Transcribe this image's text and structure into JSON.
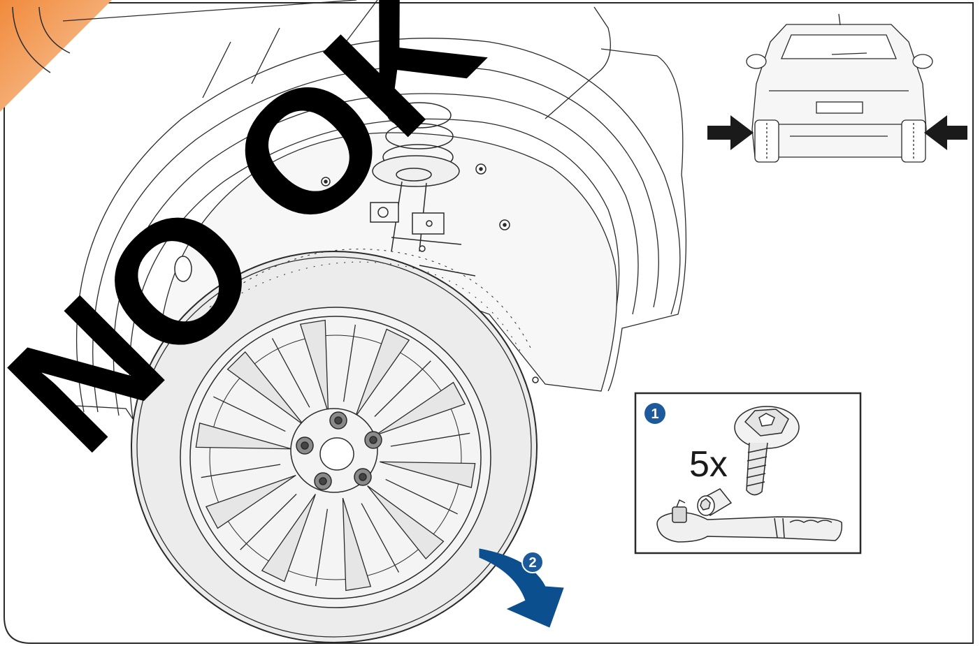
{
  "watermark": {
    "text": "NO OK"
  },
  "callouts": {
    "step1_number": "1",
    "step2_number": "2",
    "quantity_label": "5x"
  },
  "colors": {
    "badge_blue": "#1d5a9c",
    "arrow_blue": "#0c4f8f",
    "line_dark": "#2a2a2a",
    "fill_light": "#f4f4f4",
    "tire_fill": "#ececec",
    "corner_orange": "#f08a3c"
  },
  "icons": {
    "bolt": "torx-bolt-icon",
    "socket": "socket-icon",
    "wrench": "ratchet-wrench-icon",
    "indicator_arrows": "black-arrow-icon",
    "rotation_arrow": "curved-arrow-icon"
  }
}
